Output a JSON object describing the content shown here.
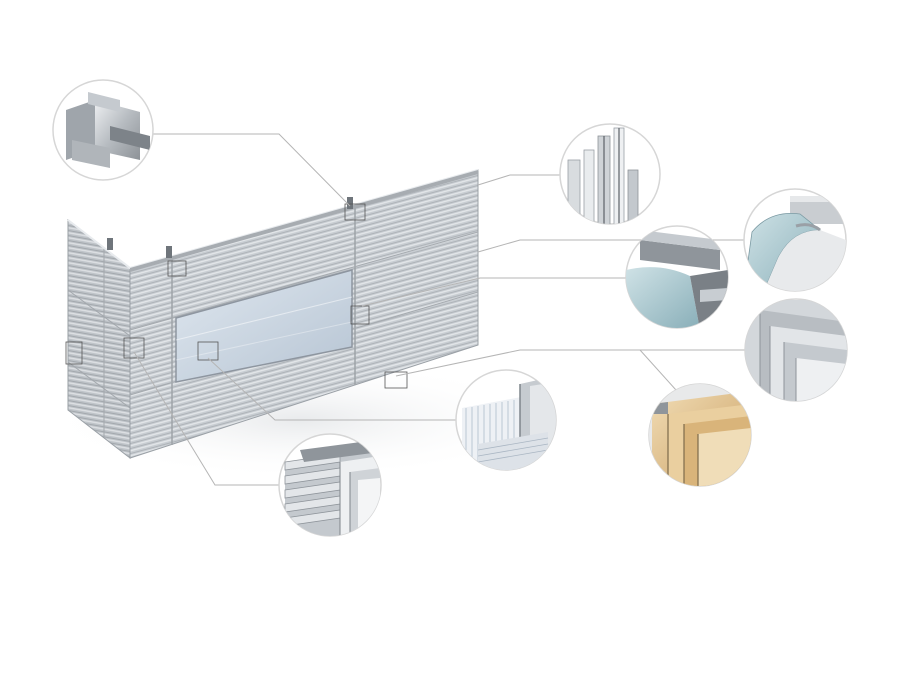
{
  "diagram": {
    "subject": "sandwich-panel-wall-system",
    "colors": {
      "background": "#ffffff",
      "panel_light": "#d7dbdf",
      "panel_mid": "#b9bec3",
      "panel_dark": "#9aa0a6",
      "window_glass": "#c9d6e3",
      "leader_line": "#b5b5b5",
      "callout_border": "#d6d6d6",
      "curved_panel": "#a9c6cf",
      "wood_face": "#d8b98b"
    },
    "callouts": [
      {
        "id": "roll-formed-sheet-joint",
        "depicts": "steel-profile-lock"
      },
      {
        "id": "vertical-mullion-profiles",
        "depicts": "aluminium-profiles"
      },
      {
        "id": "curved-corner-panel",
        "depicts": "bent-panel"
      },
      {
        "id": "horizontal-joint-profile",
        "depicts": "z-flashing"
      },
      {
        "id": "panel-edge-layers",
        "depicts": "insulated-core-layers"
      },
      {
        "id": "wood-core-section",
        "depicts": "laminated-section"
      },
      {
        "id": "ribbed-facing-section",
        "depicts": "ribbed-panel-end"
      },
      {
        "id": "louvered-panel-section",
        "depicts": "louvre-panel-end"
      }
    ]
  }
}
